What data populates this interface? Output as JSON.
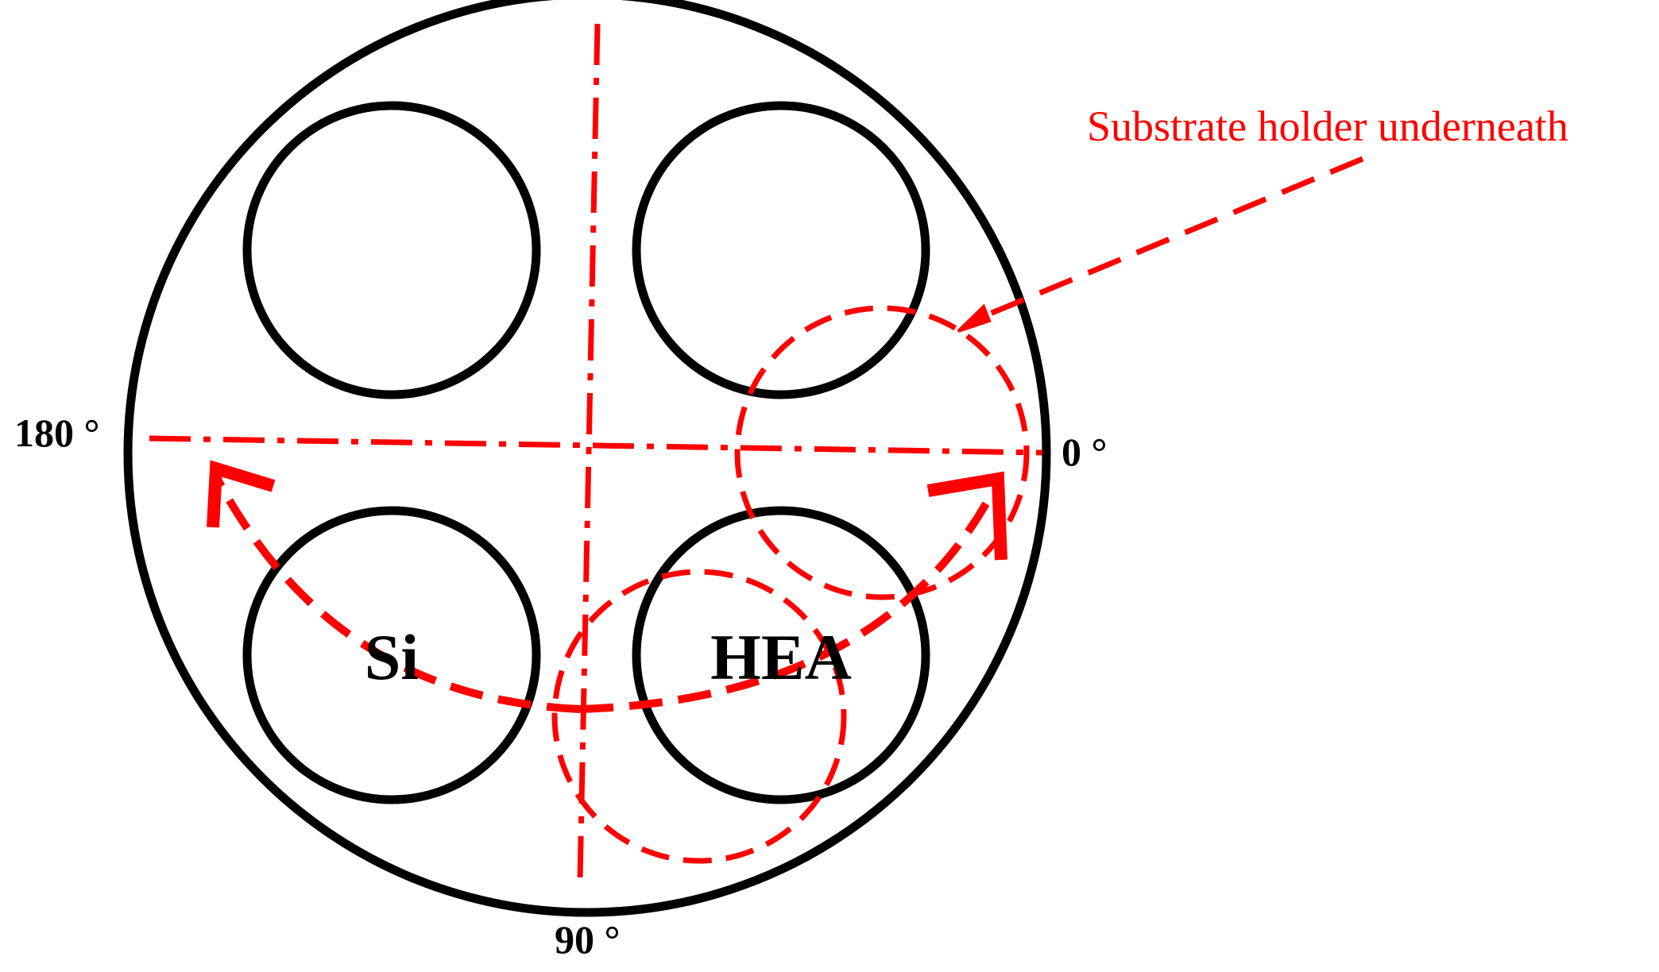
{
  "colors": {
    "outline": "#000000",
    "annotation": "#ff0000",
    "background": "#ffffff"
  },
  "labels": {
    "angle_0": "0 °",
    "angle_90": "90 °",
    "angle_180": "180 °",
    "sample_si": "Si",
    "sample_hea": "HEA",
    "substrate_holder": "Substrate holder underneath"
  }
}
